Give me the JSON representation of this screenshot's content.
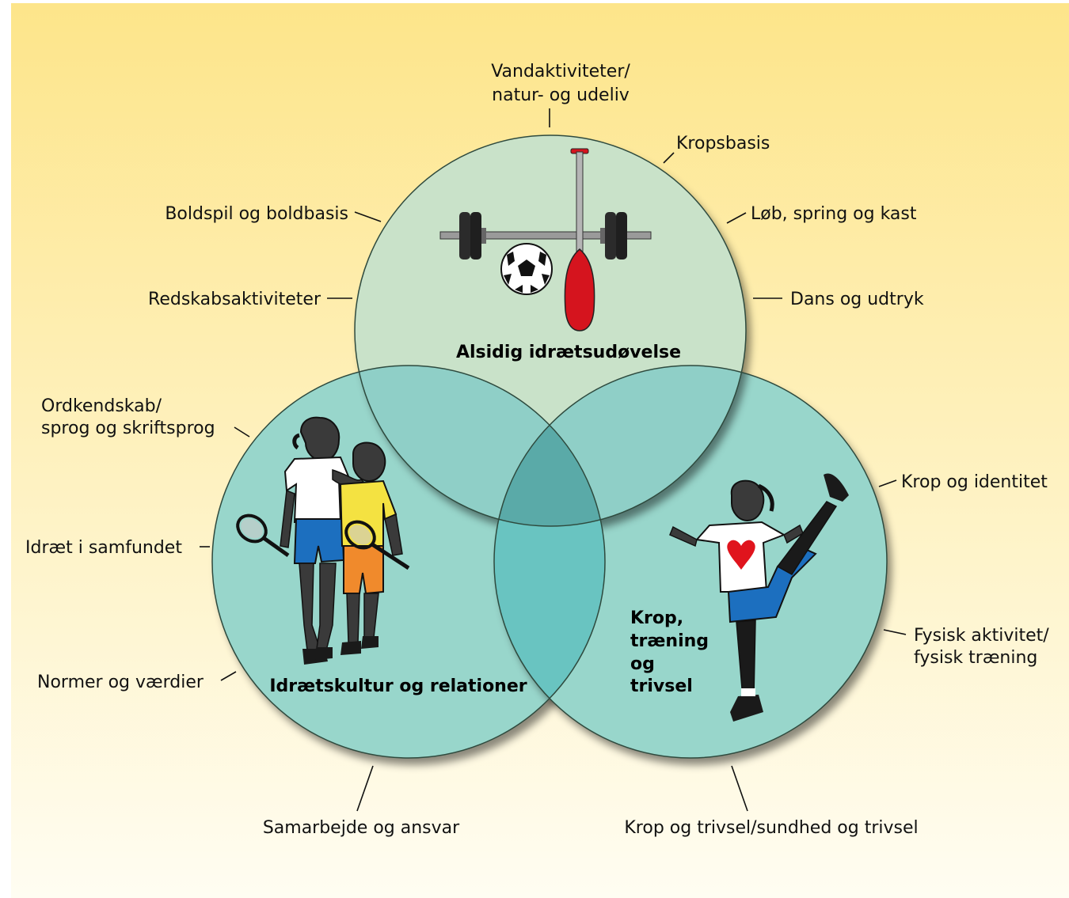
{
  "colors": {
    "bg_top": "#fde58a",
    "bg_bottom": "#fffdf2",
    "circle_top_fill": "#c9e2c9",
    "circle_side_fill": "#98d6cb",
    "overlap_two": "#8fcfc7",
    "overlap_three": "#5aaaa8",
    "paddle_red": "#d5141e",
    "heart_red": "#e0141d",
    "shorts_blue": "#1c6fbf",
    "shirt_yellow": "#f4e241",
    "shorts_orange": "#f08a2c"
  },
  "circles": {
    "top": {
      "title": "Alsidig idrætsudøvelse"
    },
    "left": {
      "title": "Idrætskultur og relationer"
    },
    "right": {
      "title_lines": [
        "Krop,",
        "træning",
        "og",
        "trivsel"
      ]
    }
  },
  "labels": {
    "vand": [
      "Vandaktiviteter/",
      "natur- og udeliv"
    ],
    "kropsbasis": "Kropsbasis",
    "boldspil": "Boldspil og boldbasis",
    "lob": "Løb, spring og kast",
    "redskab": "Redskabsaktiviteter",
    "dans": "Dans og udtryk",
    "ordkendskab": [
      "Ordkendskab/",
      "sprog og skriftsprog"
    ],
    "krop_identitet": "Krop og identitet",
    "idraet_samfundet": "Idræt i samfundet",
    "fysisk": [
      "Fysisk aktivitet/",
      "fysisk træning"
    ],
    "normer": "Normer og værdier",
    "samarbejde": "Samarbejde og ansvar",
    "krop_trivsel": "Krop og trivsel/sundhed og trivsel"
  },
  "icons": {
    "top_circle": [
      "barbell-icon",
      "soccer-ball-icon",
      "paddle-icon"
    ],
    "left_circle": [
      "two-children-with-rackets"
    ],
    "right_circle": [
      "kicking-girl-with-heart-shirt"
    ]
  }
}
